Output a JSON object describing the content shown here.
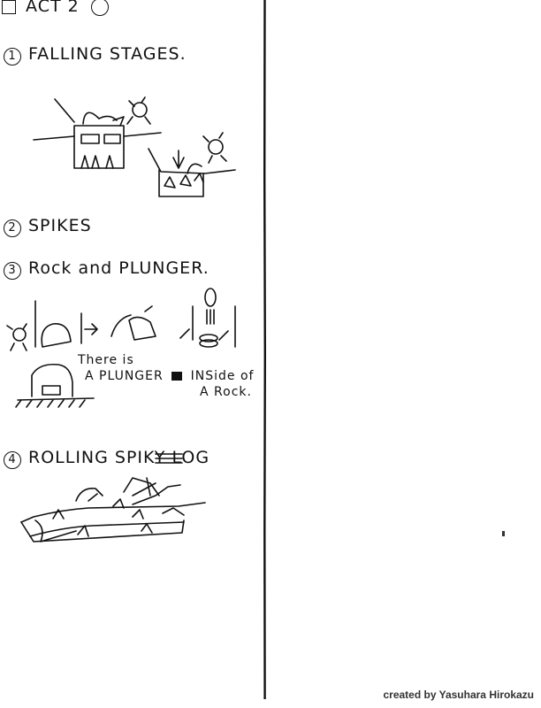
{
  "title": "ACT 2",
  "sections": [
    {
      "label": "FALLING STAGES."
    },
    {
      "label": "SPIKES"
    },
    {
      "label": "Rock and PLUNGER."
    },
    {
      "label": "ROLLING SPIKY LOG"
    }
  ],
  "numbers": [
    "1",
    "2",
    "3",
    "4"
  ],
  "note_lines": [
    "There is",
    "A PLUNGER",
    "INSide of",
    "A Rock."
  ],
  "credit": "created by Yasuhara Hirokazu"
}
